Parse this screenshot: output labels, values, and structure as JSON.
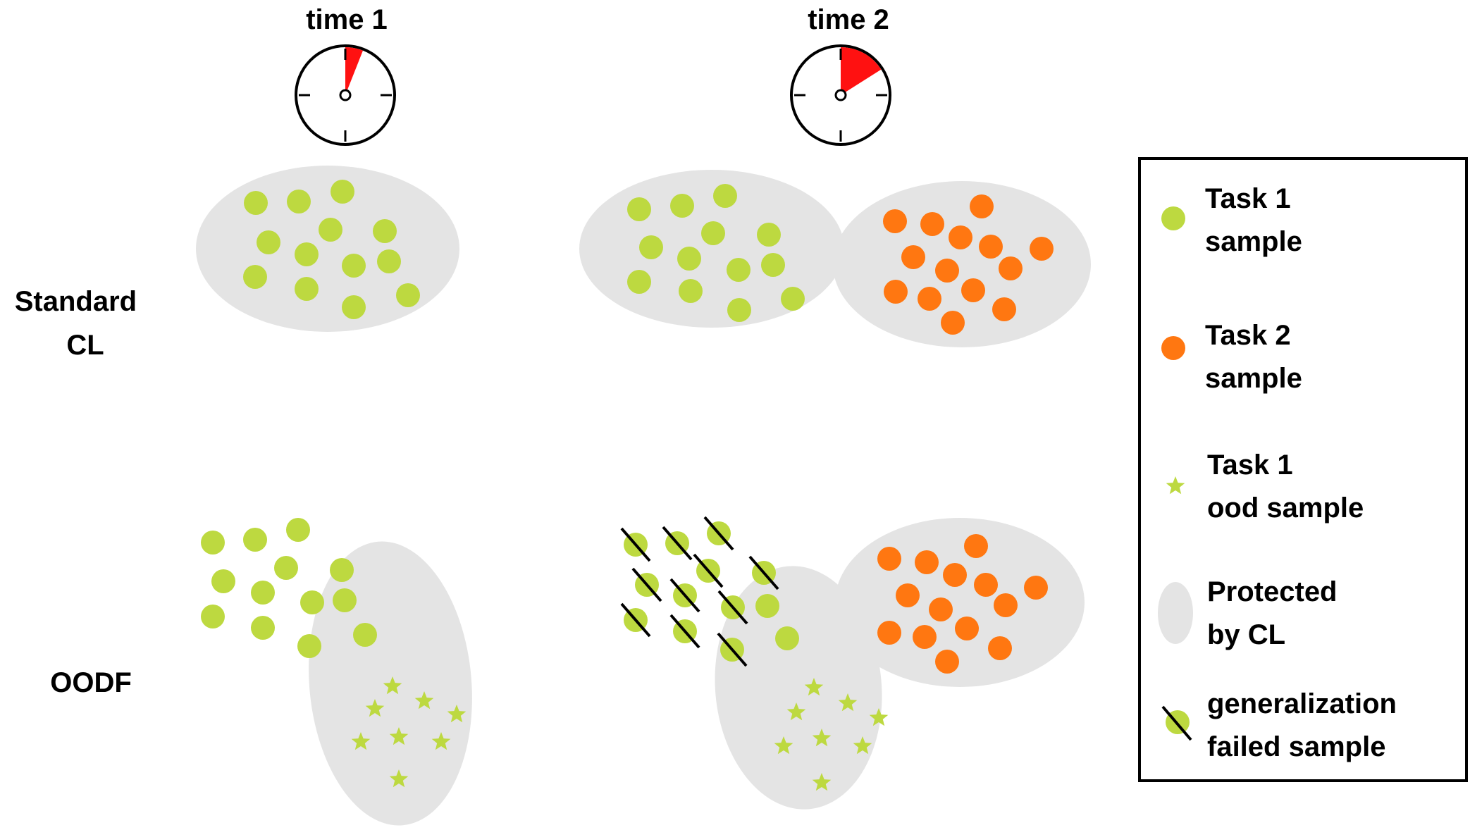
{
  "columns": {
    "time1": {
      "label": "time 1",
      "elapsed_fraction": 0.06
    },
    "time2": {
      "label": "time 2",
      "elapsed_fraction": 0.16
    }
  },
  "rows": {
    "standard": {
      "line1": "Standard",
      "line2": "CL"
    },
    "oodf": {
      "label": "OODF"
    }
  },
  "legend": {
    "items": [
      {
        "key": "task1",
        "line1": "Task 1",
        "line2": "sample"
      },
      {
        "key": "task2",
        "line1": "Task 2",
        "line2": "sample"
      },
      {
        "key": "ood",
        "line1": "Task 1",
        "line2": "ood sample"
      },
      {
        "key": "protected",
        "line1": "Protected",
        "line2": "by CL"
      },
      {
        "key": "failed",
        "line1": "generalization",
        "line2": "failed sample"
      }
    ]
  },
  "colors": {
    "task1": "#bdd940",
    "task2": "#ff7711",
    "region": "#e4e4e4",
    "clock_fill": "#ff1111",
    "ink": "#000000"
  }
}
